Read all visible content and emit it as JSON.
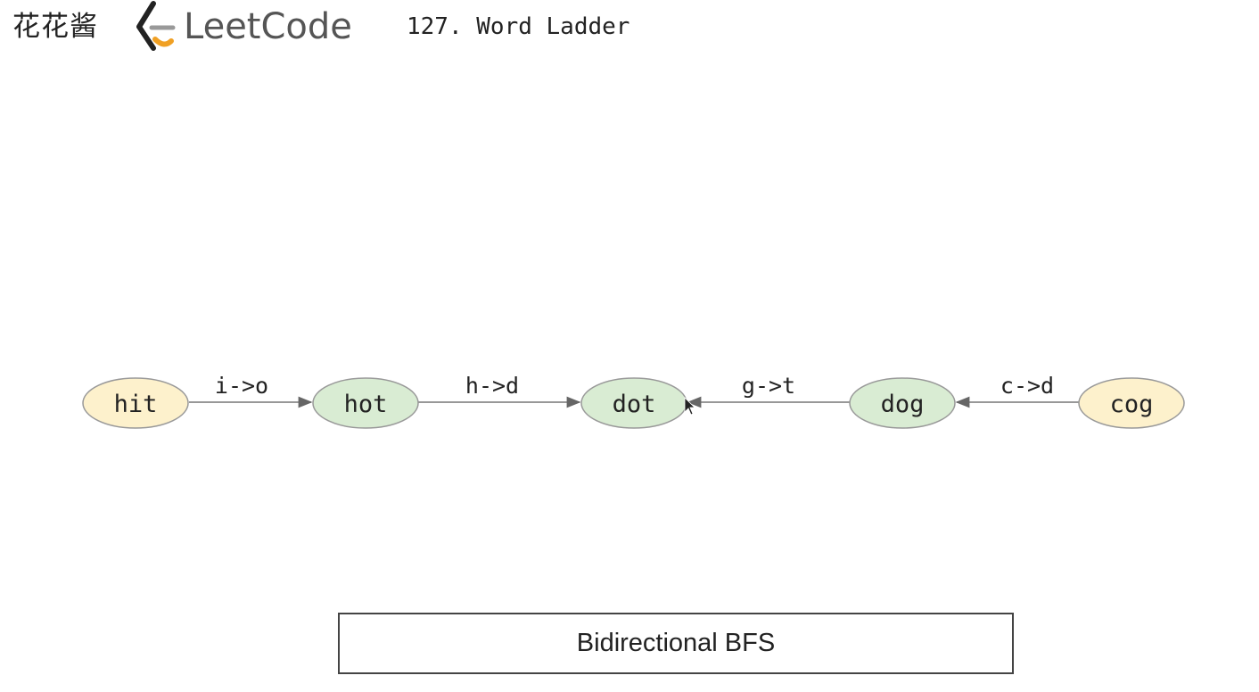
{
  "header": {
    "channel_name": "花花酱",
    "logo_text": "LeetCode",
    "problem_title": "127. Word Ladder"
  },
  "diagram": {
    "nodes": [
      {
        "label": "hit",
        "role": "start",
        "color": "#fdf1cc"
      },
      {
        "label": "hot",
        "role": "forward",
        "color": "#d9ecd3"
      },
      {
        "label": "dot",
        "role": "meet",
        "color": "#d9ecd3"
      },
      {
        "label": "dog",
        "role": "backward",
        "color": "#d9ecd3"
      },
      {
        "label": "cog",
        "role": "end",
        "color": "#fdf1cc"
      }
    ],
    "edges": [
      {
        "from": "hit",
        "to": "hot",
        "label": "i->o"
      },
      {
        "from": "hot",
        "to": "dot",
        "label": "h->d"
      },
      {
        "from": "dog",
        "to": "dot",
        "label": "g->t"
      },
      {
        "from": "cog",
        "to": "dog",
        "label": "c->d"
      }
    ]
  },
  "caption": {
    "text": "Bidirectional BFS"
  },
  "colors": {
    "start_end_fill": "#fdf1cc",
    "intermediate_fill": "#d9ecd3",
    "logo_accent": "#f0a024"
  }
}
